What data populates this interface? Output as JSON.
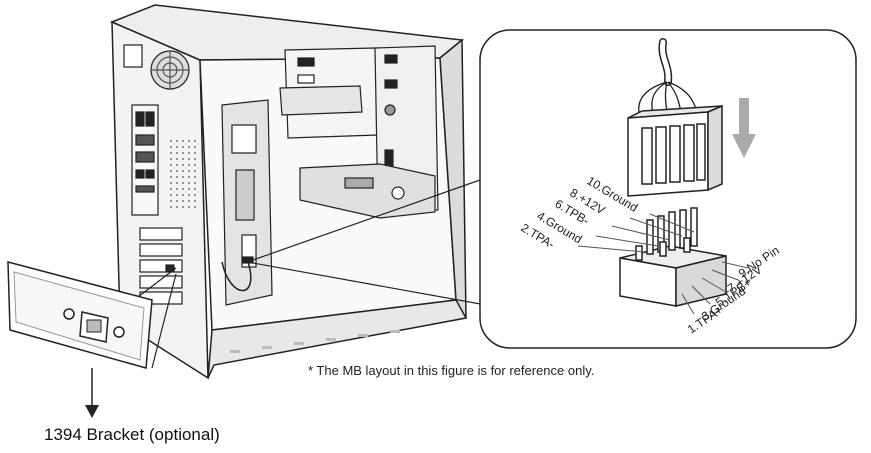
{
  "header_pins": {
    "top_row": [
      "10.Ground",
      "8.+12V",
      "6.TPB-",
      "4.Ground",
      "2.TPA-"
    ],
    "bottom_row": [
      "9.No Pin",
      "7.+12V",
      "5.TPB+",
      "3.Ground",
      "1.TPA+"
    ]
  },
  "note": "* The MB layout in this figure is for reference only.",
  "caption": "1394 Bracket (optional)"
}
